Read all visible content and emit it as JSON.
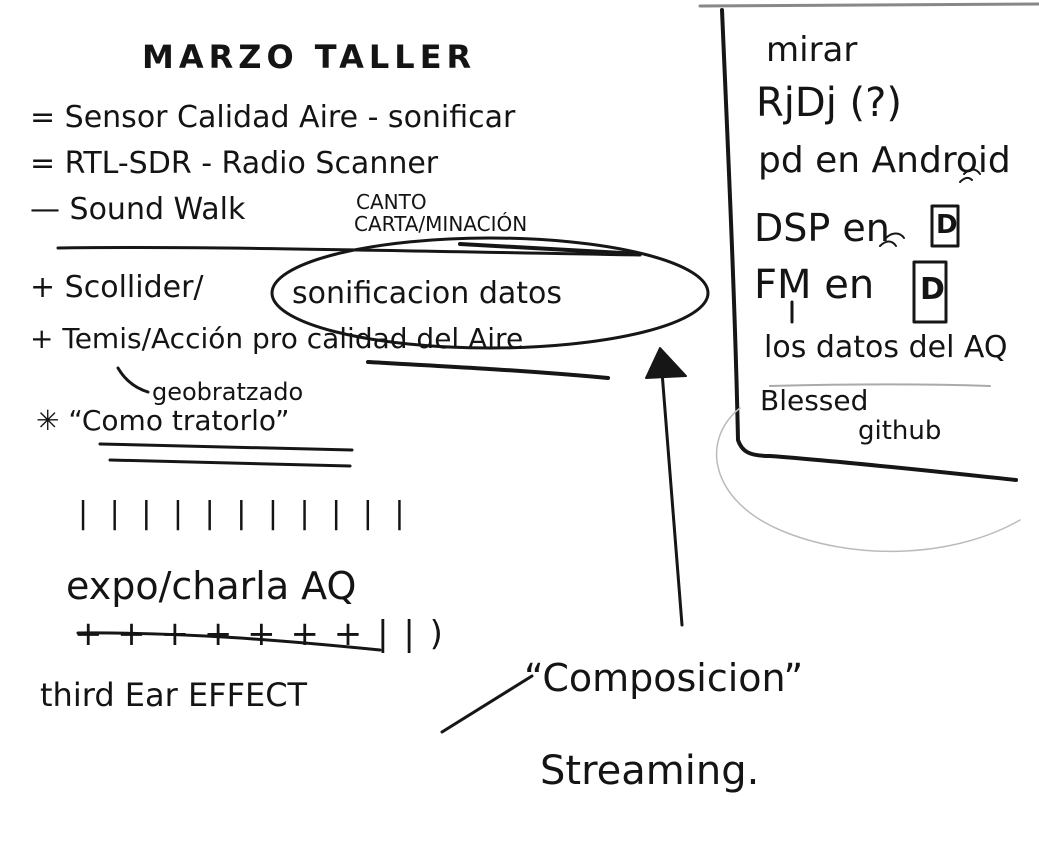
{
  "left": {
    "title": "MARZO TALLER",
    "dash_items": [
      "= Sensor Calidad Aire - sonificar",
      "= RTL-SDR - Radio Scanner",
      "— Sound Walk"
    ],
    "canto": "CANTO",
    "carta": "CARTA/MINACIÓN",
    "plus_items": [
      "+ Scollider/",
      "+ Temis/Acción pro calidad del Aire"
    ],
    "sonificacion": "sonificacion datos",
    "geobratzado": "geobratzado",
    "star_item": "✳ “Como tratorlo”",
    "tally_marks": "| | | | | | | | |  | |",
    "expo": "expo/charla AQ",
    "cross_marks": "+ + + + + + + | | )",
    "third_ear": "third Ear EFFECT"
  },
  "bottom": {
    "composicion": "“Composicion”",
    "streaming": "Streaming."
  },
  "right_box": {
    "items": [
      "mirar",
      "RjDj (?)",
      "pd en Android",
      "DSP en",
      "FM en",
      "los datos del AQ",
      "Blessed",
      "github"
    ],
    "device_glyph": "D"
  }
}
